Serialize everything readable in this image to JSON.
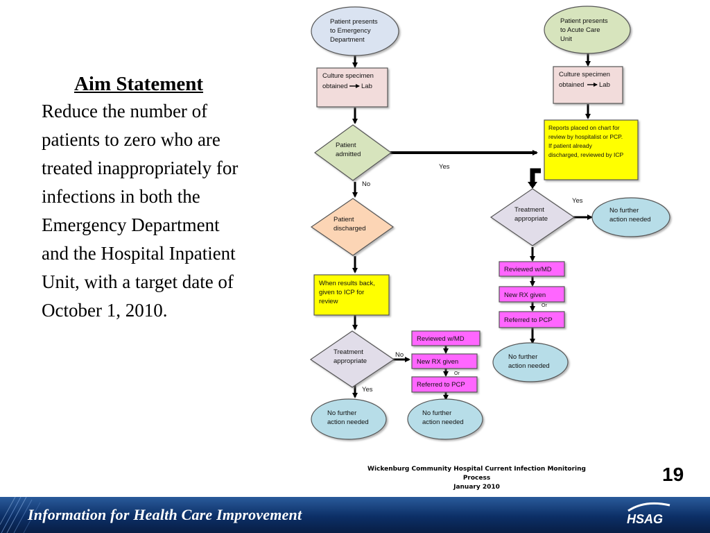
{
  "aim": {
    "title": "Aim Statement",
    "body": "Reduce the number of patients to zero who are treated inappropriately for infections in both the Emergency Department and the Hospital Inpatient Unit, with a target date of October 1, 2010."
  },
  "flow": {
    "ed_start": [
      "Patient presents",
      "to Emergency",
      "Department"
    ],
    "acu_start": [
      "Patient presents",
      "to Acute Care",
      "Unit"
    ],
    "culture_left": [
      "Culture specimen",
      "obtained",
      "Lab"
    ],
    "culture_right": [
      "Culture specimen",
      "obtained",
      "Lab"
    ],
    "admitted": [
      "Patient",
      "admitted"
    ],
    "reports": [
      "Reports placed on chart for",
      "review by hospitalist or PCP.",
      "If patient already",
      "discharged, reviewed by ICP"
    ],
    "discharged": [
      "Patient",
      "discharged"
    ],
    "results_back": [
      "When results back,",
      "given to ICP for",
      "review"
    ],
    "treat_left": [
      "Treatment",
      "appropriate"
    ],
    "treat_right": [
      "Treatment",
      "appropriate"
    ],
    "no_further_right_top": [
      "No further",
      "action needed"
    ],
    "reviewed_md_right": "Reviewed w/MD",
    "new_rx_right": "New RX given",
    "referred_right": "Referred to PCP",
    "no_further_right_bottom": [
      "No further",
      "action needed"
    ],
    "reviewed_md_left": "Reviewed w/MD",
    "new_rx_left": "New RX given",
    "referred_left": "Referred to PCP",
    "no_further_left_a": [
      "No further",
      "action needed"
    ],
    "no_further_left_b": [
      "No further",
      "action needed"
    ],
    "edge_yes_admitted": "Yes",
    "edge_no_admitted": "No",
    "edge_yes_treat_right": "Yes",
    "edge_no_treat_left": "No",
    "edge_yes_treat_left": "Yes",
    "or_right": "Or",
    "or_left": "Or"
  },
  "caption": {
    "line1": "Wickenburg Community Hospital Current Infection Monitoring Process",
    "line2": "January 2010"
  },
  "page_number": "19",
  "footer": {
    "tagline": "Information for Health Care Improvement",
    "logo": "HSAG"
  }
}
